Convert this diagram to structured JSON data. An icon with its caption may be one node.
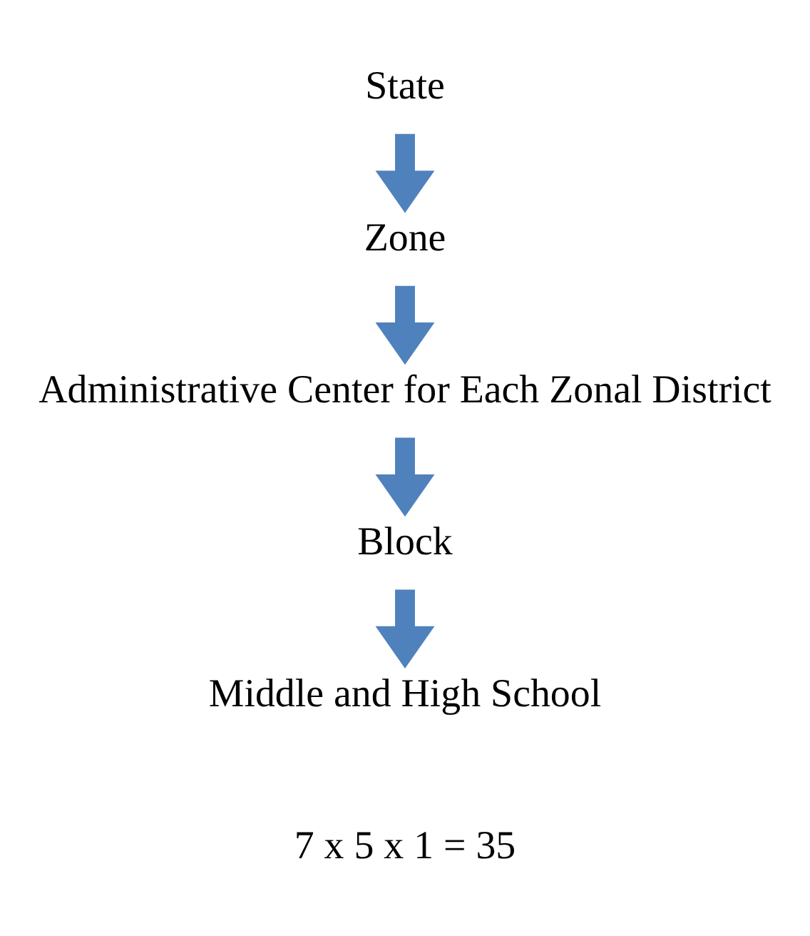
{
  "diagram": {
    "nodes": [
      {
        "text": [
          "State"
        ]
      },
      {
        "text": [
          "Zone"
        ]
      },
      {
        "text": [
          "Administrative Center for Each Zonal District"
        ]
      },
      {
        "text": [
          "Block"
        ]
      },
      {
        "text": [
          "Middle and High School"
        ]
      }
    ],
    "edges": [
      {
        "from": 0,
        "to": 1,
        "arrow": "to",
        "color": "#4f81bd"
      },
      {
        "from": 1,
        "to": 2,
        "arrow": "to",
        "color": "#4f81bd"
      },
      {
        "from": 2,
        "to": 3,
        "arrow": "to",
        "color": "#4f81bd"
      },
      {
        "from": 3,
        "to": 4,
        "arrow": "to",
        "color": "#4f81bd"
      }
    ],
    "labels": [
      "7 x 5 x 1 = 35"
    ]
  }
}
